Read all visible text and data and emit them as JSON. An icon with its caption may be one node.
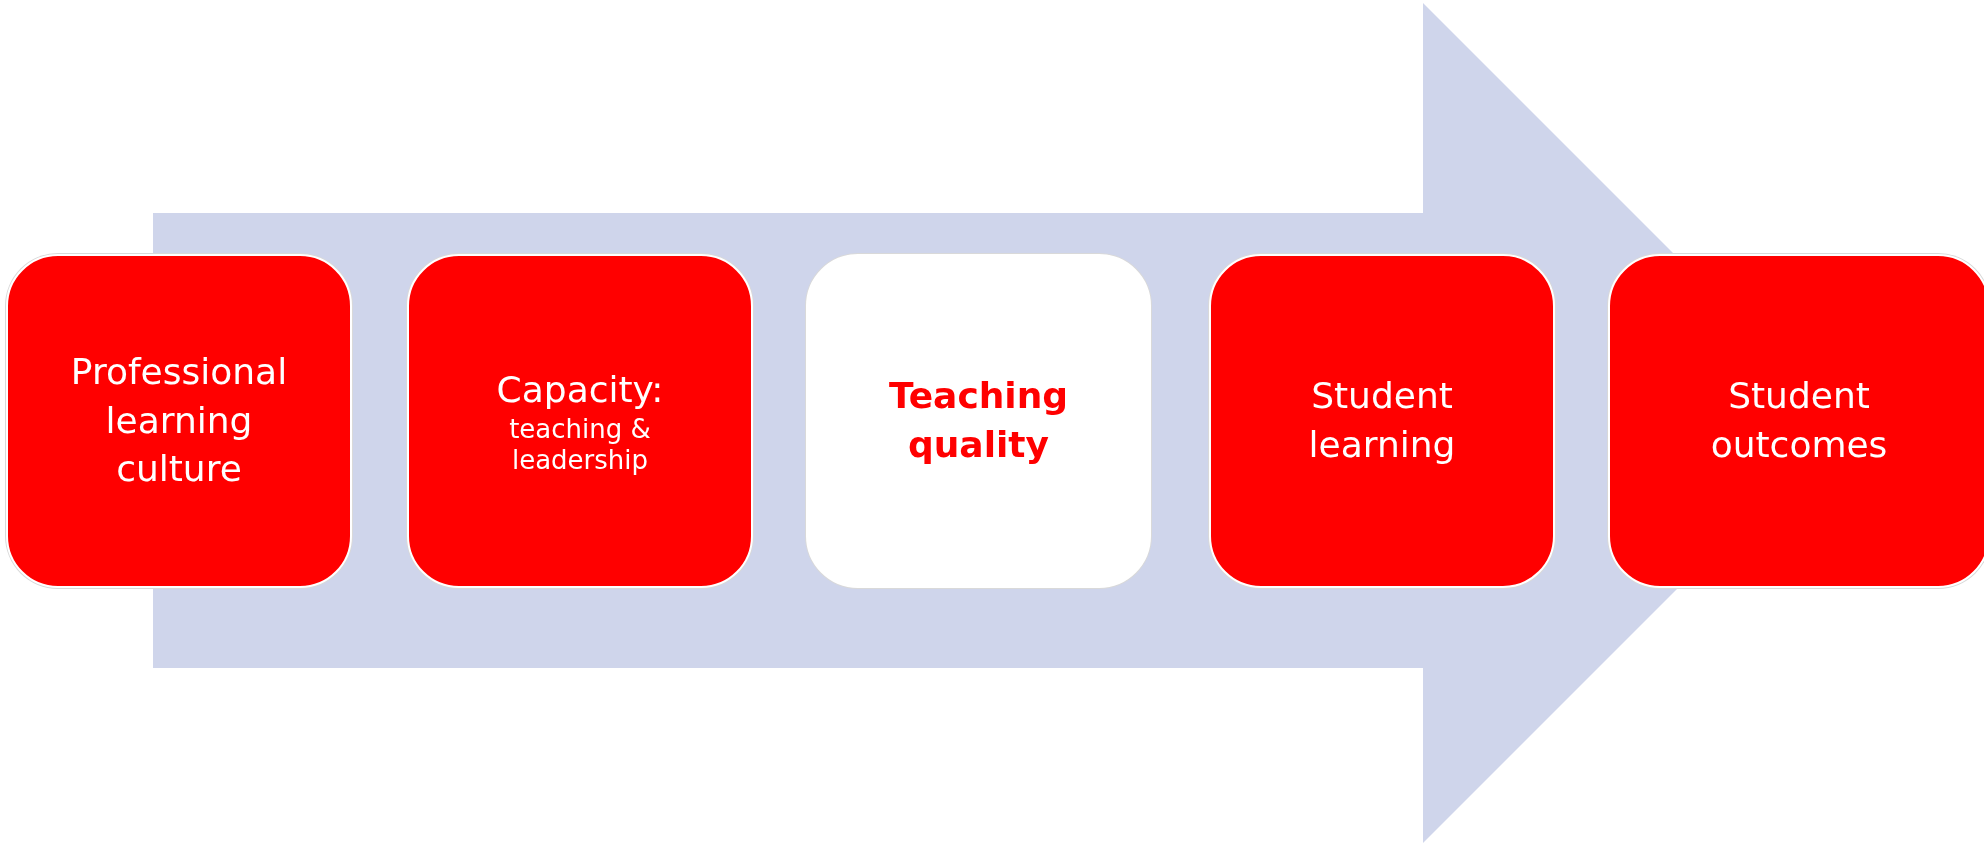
{
  "diagram": {
    "nodes": [
      {
        "text": [
          "Professional learning culture"
        ]
      },
      {
        "text": [
          "Capacity:",
          "teaching & leadership"
        ]
      },
      {
        "text": [
          "Teaching quality"
        ]
      },
      {
        "text": [
          "Student learning"
        ]
      },
      {
        "text": [
          "Student outcomes"
        ]
      }
    ],
    "edges": [
      {
        "from": 0,
        "to": 4,
        "arrow": "to"
      }
    ]
  }
}
